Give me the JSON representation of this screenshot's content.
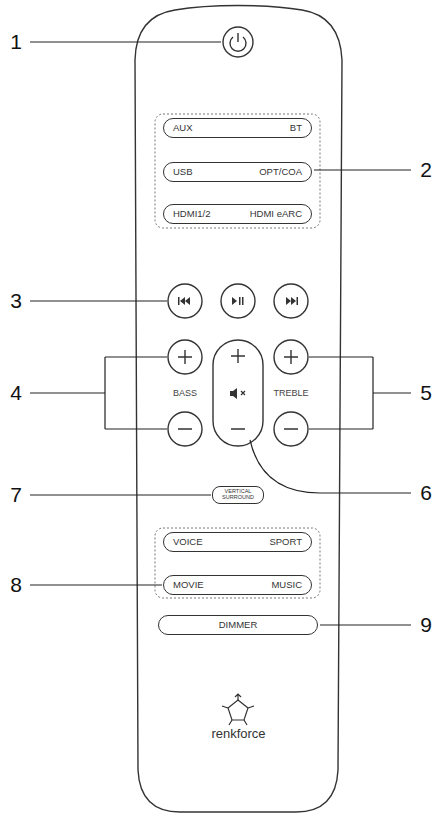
{
  "diagram": {
    "nodes": [
      {
        "text": [
          "renkforce"
        ]
      },
      {
        "text": [
          "AUX",
          "BT"
        ],
        "in": 0
      },
      {
        "text": [
          "USB",
          "OPT/COA"
        ],
        "in": 0
      },
      {
        "text": [
          "HDMI1/2",
          "HDMI eARC"
        ],
        "in": 0
      },
      {
        "text": [
          "VERTICAL SURROUND"
        ],
        "in": 0
      },
      {
        "text": [
          "VOICE",
          "SPORT"
        ],
        "in": 0
      },
      {
        "text": [
          "MOVIE",
          "MUSIC"
        ],
        "in": 0
      },
      {
        "text": [
          "DIMMER"
        ],
        "in": 0
      }
    ],
    "labels": [
      "1",
      "2",
      "3",
      "4",
      "5",
      "6",
      "7",
      "8",
      "9",
      "BASS",
      "TREBLE"
    ]
  }
}
